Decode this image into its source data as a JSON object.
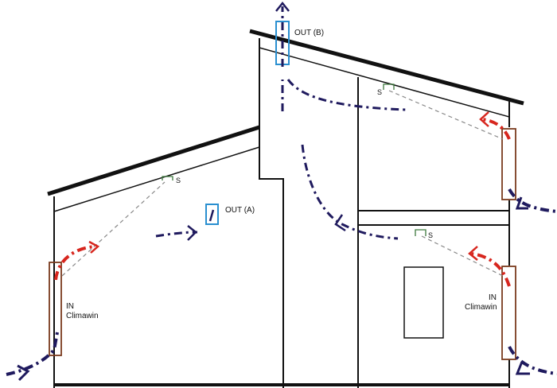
{
  "labels": {
    "out_a": "OUT (A)",
    "out_b": "OUT (B)",
    "in_left_line1": "IN",
    "in_left_line2": "Climawin",
    "in_right_line1": "IN",
    "in_right_line2": "Climawin",
    "sensor": "S"
  },
  "colors": {
    "wall": "#111111",
    "roof": "#111111",
    "outflow": "#1f1a5e",
    "intake": "#d7261e",
    "vent_box": "#2a8fd0",
    "climawin_box": "#7a3b1e",
    "sensor_line": "#888888",
    "sensor_bracket": "#3f7a3f"
  }
}
